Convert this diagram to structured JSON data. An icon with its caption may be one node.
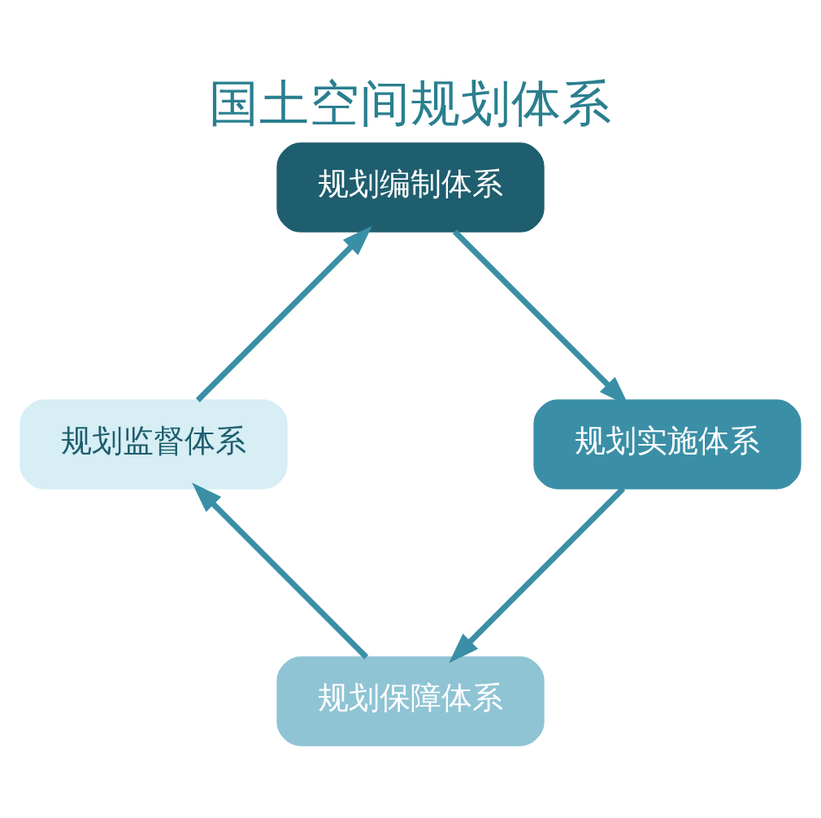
{
  "diagram": {
    "title": "国土空间规划体系",
    "nodes": [
      {
        "text": [
          "规划保障体系"
        ]
      },
      {
        "text": [
          "规划监督体系"
        ]
      },
      {
        "text": [
          "规划编制体系"
        ]
      },
      {
        "text": [
          "规划实施体系"
        ]
      }
    ],
    "edges": [
      {
        "from": 0,
        "to": 1,
        "arrow": "to"
      },
      {
        "from": 1,
        "to": 2,
        "arrow": "to"
      },
      {
        "from": 2,
        "to": 3,
        "arrow": "to"
      },
      {
        "from": 3,
        "to": 0,
        "arrow": "to"
      }
    ]
  }
}
